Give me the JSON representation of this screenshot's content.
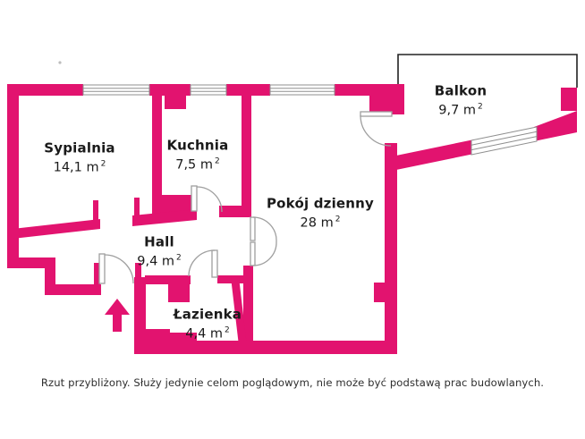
{
  "plan": {
    "title": "Rzut mieszkania (floor plan)",
    "rooms": [
      {
        "id": "sypialnia",
        "name": "Sypialnia",
        "area": "14,1 m",
        "sup": "2"
      },
      {
        "id": "kuchnia",
        "name": "Kuchnia",
        "area": "7,5 m",
        "sup": "2"
      },
      {
        "id": "pokoj-dzienny",
        "name": "Pokój dzienny",
        "area": "28 m",
        "sup": "2"
      },
      {
        "id": "hall",
        "name": "Hall",
        "area": "9,4 m",
        "sup": "2"
      },
      {
        "id": "lazienka",
        "name": "Łazienka",
        "area": "4,4 m",
        "sup": "2"
      },
      {
        "id": "balkon",
        "name": "Balkon",
        "area": "9,7 m",
        "sup": "2"
      }
    ],
    "caption": "Rzut przybliżony. Służy jedynie celom poglądowym, nie może być podstawą prac budowlanych.",
    "colors": {
      "wall": "#e2136f",
      "door": "#9f9f9f",
      "window_line": "#8f8f8f",
      "balcony_outline": "#222222",
      "text": "#1a1a1a",
      "background": "#ffffff"
    }
  }
}
